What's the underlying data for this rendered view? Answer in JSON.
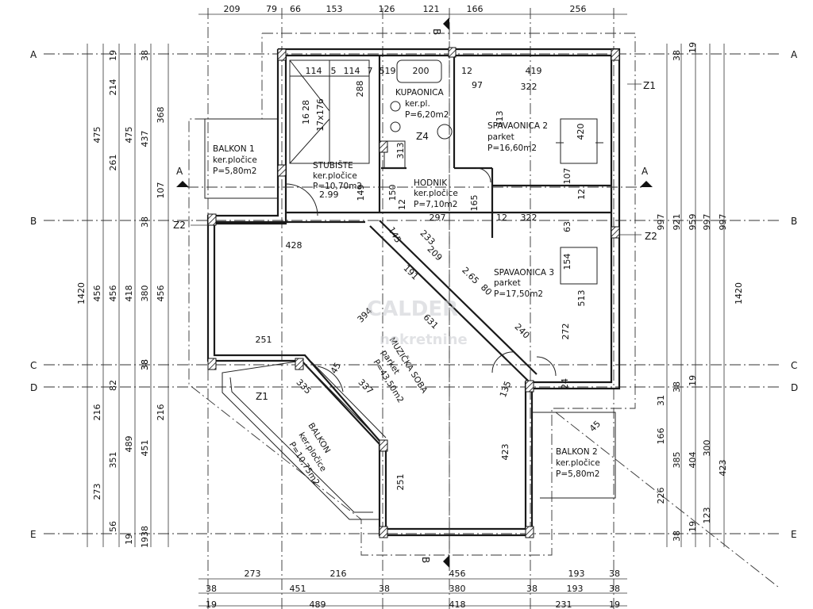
{
  "top_dims": [
    "209",
    "79",
    "66",
    "153",
    "126",
    "121",
    "166",
    "256"
  ],
  "bottom_dims_1": [
    "273",
    "216",
    "456",
    "193",
    "38"
  ],
  "bottom_dims_2": [
    "38",
    "451",
    "38",
    "380",
    "38",
    "193",
    "38"
  ],
  "bottom_dims_3": [
    "19",
    "489",
    "418",
    "231",
    "19"
  ],
  "axes": {
    "A": "A",
    "B": "B",
    "C": "C",
    "D": "D",
    "E": "E"
  },
  "left_dims_1": [
    "19",
    "214",
    "475",
    "261",
    "107",
    "38",
    "1420",
    "456",
    "38",
    "216",
    "273",
    "56",
    "19"
  ],
  "left_dims_2": [
    "38",
    "475",
    "437",
    "368",
    "38",
    "456",
    "418",
    "380",
    "456",
    "82",
    "489",
    "351",
    "451",
    "216",
    "38",
    "19"
  ],
  "right_dims_1": [
    "38",
    "19",
    "997",
    "921",
    "959",
    "997",
    "997",
    "1420"
  ],
  "right_dims_2": [
    "38",
    "19",
    "31",
    "166",
    "385",
    "404",
    "300",
    "423",
    "226",
    "123",
    "19",
    "38"
  ],
  "inner_dims": {
    "d114a": "114",
    "d5": "5",
    "d114b": "114",
    "d7": "7",
    "d519": "519",
    "d200": "200",
    "d12a": "12",
    "d419": "419",
    "d97": "97",
    "d322a": "322",
    "d288": "288",
    "d313a": "313",
    "d420": "420",
    "d313b": "313",
    "d107": "107",
    "d12b": "12",
    "d16": "16",
    "d28": "28",
    "d17x176": "17x176",
    "d299": "2.99",
    "d149": "149",
    "d150": "150",
    "d12c": "12",
    "d165": "165",
    "d297": "297",
    "d12d": "12",
    "d322b": "322",
    "d63": "63",
    "d428": "428",
    "d145": "145",
    "d233": "233",
    "d209": "209",
    "d154": "154",
    "d191": "191",
    "d265": "2.65",
    "d80": "80",
    "d513": "513",
    "d394": "394",
    "d631": "631",
    "d240": "240",
    "d272": "272",
    "d251a": "251",
    "d45a": "45",
    "d337": "337",
    "d335": "335",
    "d135": "135",
    "d24": "24",
    "d45b": "45",
    "d423": "423",
    "d251b": "251"
  },
  "rooms": {
    "kupaonica": {
      "name": "KUPAONICA",
      "floor": "ker.pl.",
      "area": "P=6,20m2"
    },
    "spavaonica2": {
      "name": "SPAVAONICA 2",
      "floor": "parket",
      "area": "P=16,60m2"
    },
    "balkon1": {
      "name": "BALKON 1",
      "floor": "ker.pločice",
      "area": "P=5,80m2"
    },
    "stubiste": {
      "name": "STUBIŠTE",
      "floor": "ker.pločice",
      "area": "P=10,70m2"
    },
    "hodnik": {
      "name": "HODNIK",
      "floor": "ker.pločice",
      "area": "P=7,10m2"
    },
    "spavaonica3": {
      "name": "SPAVAONICA 3",
      "floor": "parket",
      "area": "P=17,50m2"
    },
    "muzicka": {
      "name": "MUZIČKA SOBA",
      "floor": "parket",
      "area": "P=43,50m2"
    },
    "balkon": {
      "name": "BALKON",
      "floor": "ker.pločice",
      "area": "P=10,75m2"
    },
    "balkon2": {
      "name": "BALKON 2",
      "floor": "ker.pločice",
      "area": "P=5,80m2"
    }
  },
  "markers": {
    "z1": "Z1",
    "z2": "Z2",
    "z4": "Z4",
    "sectionA": "A",
    "sectionB": "B"
  },
  "watermark": {
    "line1": "CALDER",
    "line2": "nekretnine"
  }
}
